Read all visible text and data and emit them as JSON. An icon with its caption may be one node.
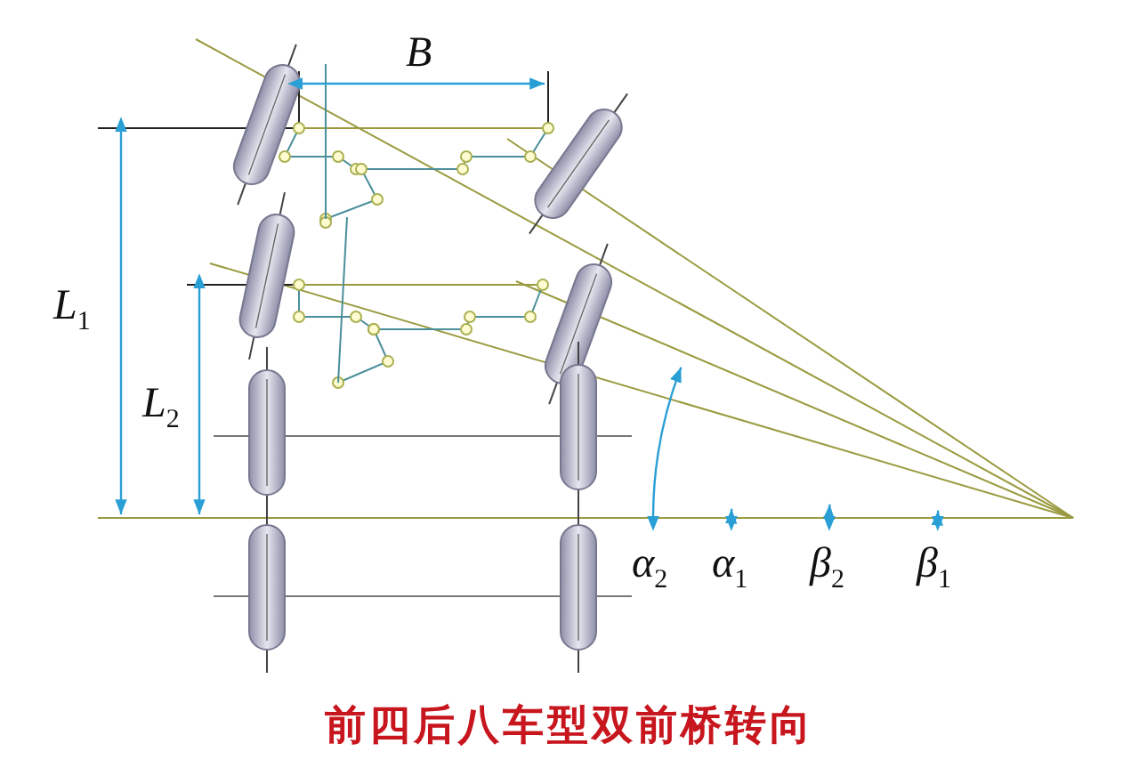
{
  "diagram": {
    "caption": "前四后八车型双前桥转向",
    "labels": [
      "B",
      "L$_{1}$",
      "L$_{2}$",
      "α$_{2}$",
      "α$_{1}$",
      "β$_{2}$",
      "β$_{1}$"
    ]
  }
}
